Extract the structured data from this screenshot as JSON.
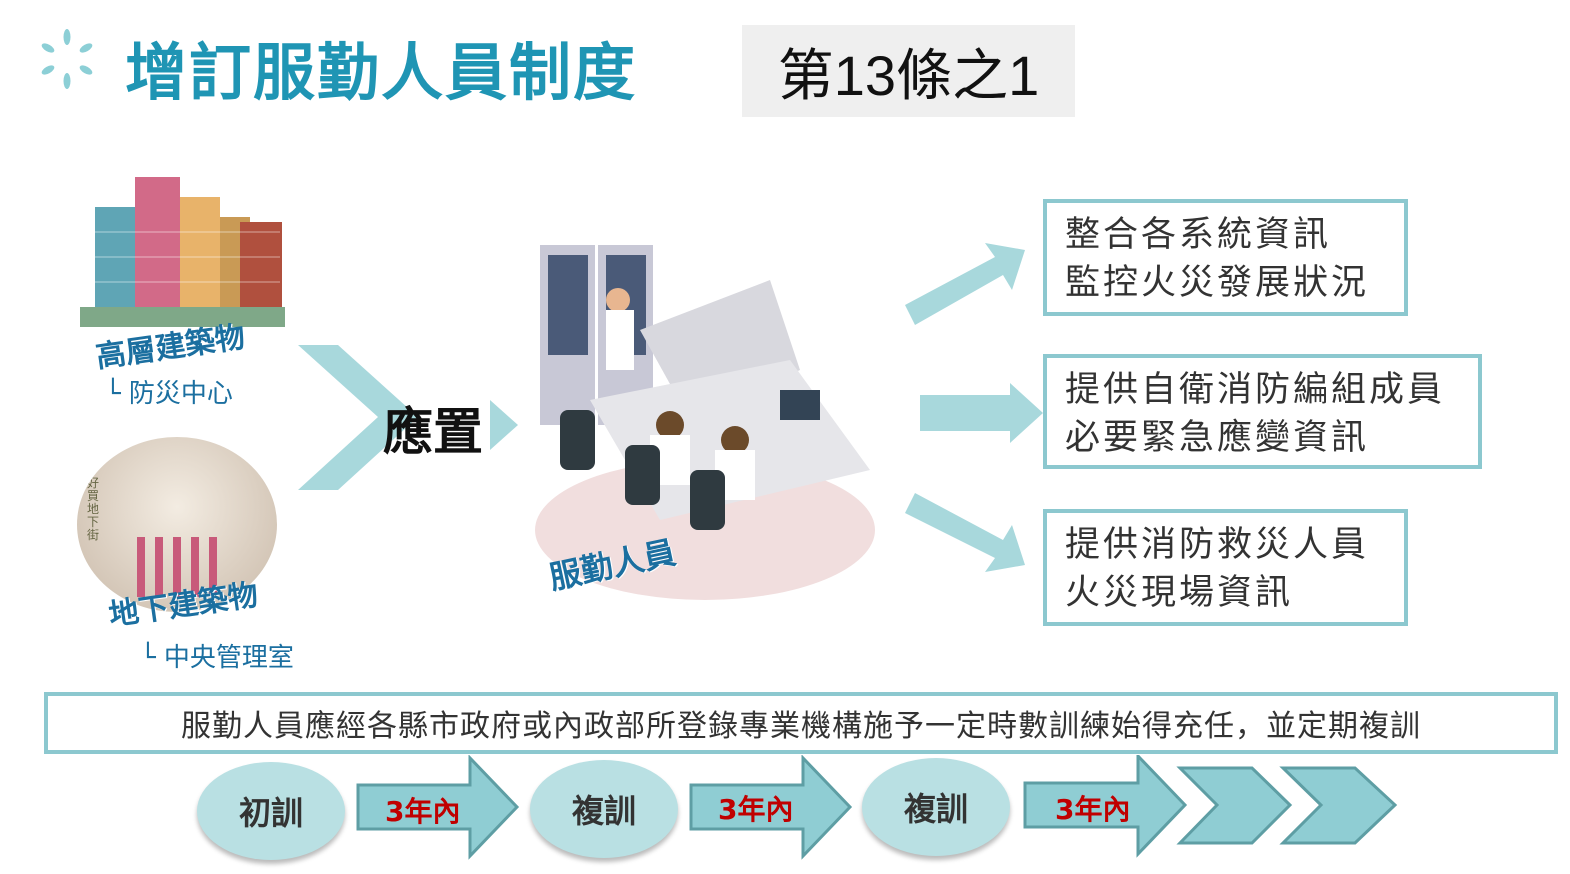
{
  "header": {
    "title": "增訂服勤人員制度",
    "article": "第13條之1",
    "icon": "sparkle-icon"
  },
  "left": {
    "building_label": "高層建築物",
    "building_sub": "└ 防災中心",
    "underground_label": "地下建築物",
    "underground_sub": "└ 中央管理室",
    "underground_sign": "好買地下街",
    "action": "應置"
  },
  "center": {
    "staff_label": "服勤人員"
  },
  "outputs": [
    {
      "line1": "整合各系統資訊",
      "line2": "監控火災發展狀況"
    },
    {
      "line1": "提供自衛消防編組成員",
      "line2": "必要緊急應變資訊"
    },
    {
      "line1": "提供消防救災人員",
      "line2": "火災現場資訊"
    }
  ],
  "note": "服勤人員應經各縣市政府或內政部所登錄專業機構施予一定時數訓練始得充任，並定期複訓",
  "timeline": {
    "steps": [
      "初訓",
      "複訓",
      "複訓"
    ],
    "intervals": [
      "3年內",
      "3年內",
      "3年內"
    ]
  },
  "colors": {
    "title": "#1f95b4",
    "accent": "#8cc8cf",
    "arrow": "#a8d8dc",
    "interval": "#c00000"
  }
}
